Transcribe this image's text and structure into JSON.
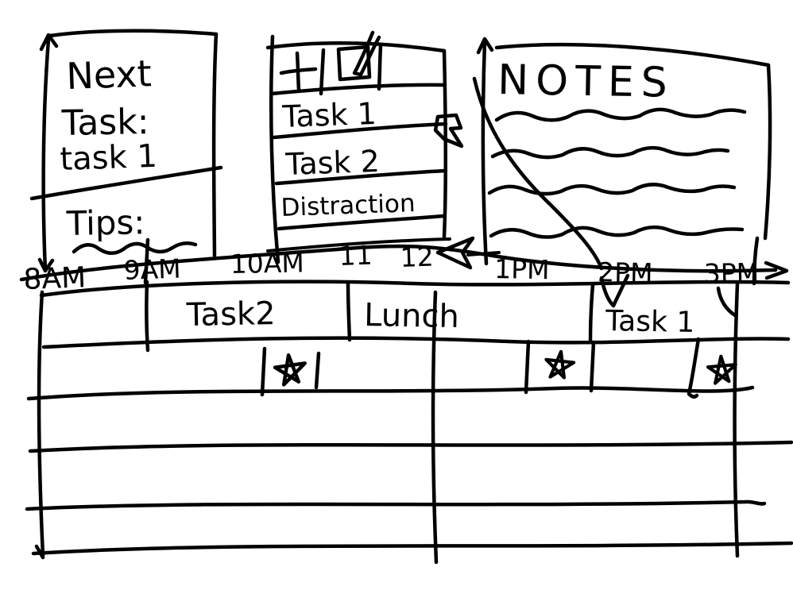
{
  "sketch": {
    "next_task_panel": {
      "line1": "Next",
      "line2": "Task:",
      "line3": "task 1",
      "tips_label": "Tips:"
    },
    "task_list_panel": {
      "toolbar_icons": [
        "plus-icon",
        "pencil-edit-icon"
      ],
      "tasks": [
        {
          "label": "Task 1"
        },
        {
          "label": "Task 2"
        },
        {
          "label": "Distraction"
        }
      ]
    },
    "notes_panel": {
      "title": "NOTES",
      "placeholder_lines": 4
    },
    "timeline": {
      "hours": [
        "8AM",
        "9AM",
        "10AM",
        "11",
        "12",
        "1PM",
        "2PM",
        "3PM"
      ],
      "noon_pointer": "arrow pointing at 12",
      "axis_end": "right-arrow"
    },
    "schedule": {
      "blocks": [
        {
          "label": "Task2",
          "start": "9AM",
          "end": "10AM"
        },
        {
          "label": "Lunch",
          "start": "11",
          "end": "1PM"
        },
        {
          "label": "Task 1",
          "start": "2PM",
          "end": "3PM"
        }
      ],
      "star_markers": 3
    },
    "annotations": {
      "drag_arrow": "from notes/task area down to Task 1 block",
      "up_arrows": 2
    },
    "colors": {
      "ink": "#000000",
      "paper": "#ffffff"
    }
  }
}
